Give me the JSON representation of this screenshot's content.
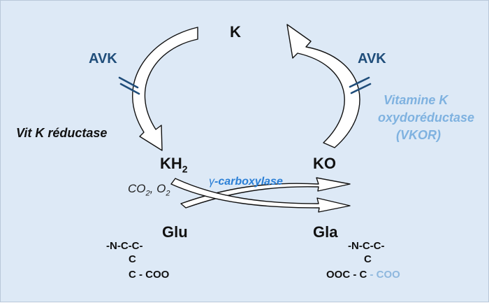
{
  "colors": {
    "background": "#dde9f6",
    "avk": "#1f4d7a",
    "vkor": "#7fb2e0",
    "carboxylase": "#2a7fd6",
    "gla_accent": "#8fb8de",
    "text": "#111111"
  },
  "center_top": "K",
  "avk_left": "AVK",
  "avk_right": "AVK",
  "vit_k_reductase": "Vit K réductase",
  "vkor": {
    "line1": "Vitamine K",
    "line2": "oxydoréductase",
    "line3": "(VKOR)"
  },
  "kh2": {
    "base": "KH",
    "sub": "2"
  },
  "ko": "KO",
  "gases": {
    "co": "CO",
    "co_sub": "2",
    "sep": ", ",
    "o": "O",
    "o_sub": "2"
  },
  "carboxylase": {
    "gamma": "γ",
    "rest": "-carboxylase"
  },
  "glu": {
    "label": "Glu",
    "line1": "-N-C-C-",
    "line2": "C",
    "line3": "C - COO"
  },
  "gla": {
    "label": "Gla",
    "line1": "-N-C-C-",
    "line2": "C",
    "line3_black": "OOC - C",
    "line3_blue": " - COO"
  }
}
